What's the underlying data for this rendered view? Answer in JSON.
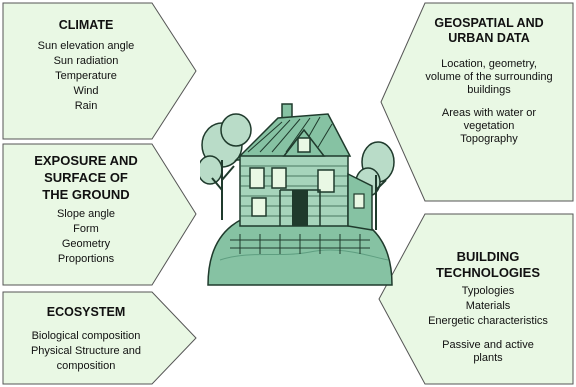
{
  "colors": {
    "panel_fill": "#e9f8e4",
    "panel_border": "#555555",
    "house_green": "#86c2a3",
    "house_dark": "#1f3a2c"
  },
  "climate": {
    "title": "CLIMATE",
    "items": [
      "Sun elevation angle",
      "Sun radiation",
      "Temperature",
      "Wind",
      "Rain"
    ]
  },
  "exposure": {
    "title_lines": [
      "EXPOSURE AND",
      "SURFACE OF",
      "THE GROUND"
    ],
    "items": [
      "Slope angle",
      "Form",
      "Geometry",
      "Proportions"
    ]
  },
  "ecosystem": {
    "title": "ECOSYSTEM",
    "items": [
      "Biological composition",
      "Physical Structure and",
      "composition"
    ]
  },
  "geospatial": {
    "title_lines": [
      "GEOSPATIAL AND",
      "URBAN DATA"
    ],
    "items_a": [
      "Location, geometry,",
      "volume of the surrounding",
      "buildings"
    ],
    "items_b": [
      "Areas with water or",
      "vegetation",
      "Topography"
    ]
  },
  "building": {
    "title_lines": [
      "BUILDING",
      "TECHNOLOGIES"
    ],
    "items_a": [
      "Typologies",
      "Materials",
      "Energetic characteristics"
    ],
    "items_b": [
      "Passive and active",
      "plants"
    ]
  },
  "illustration": {
    "icon": "house-icon"
  }
}
